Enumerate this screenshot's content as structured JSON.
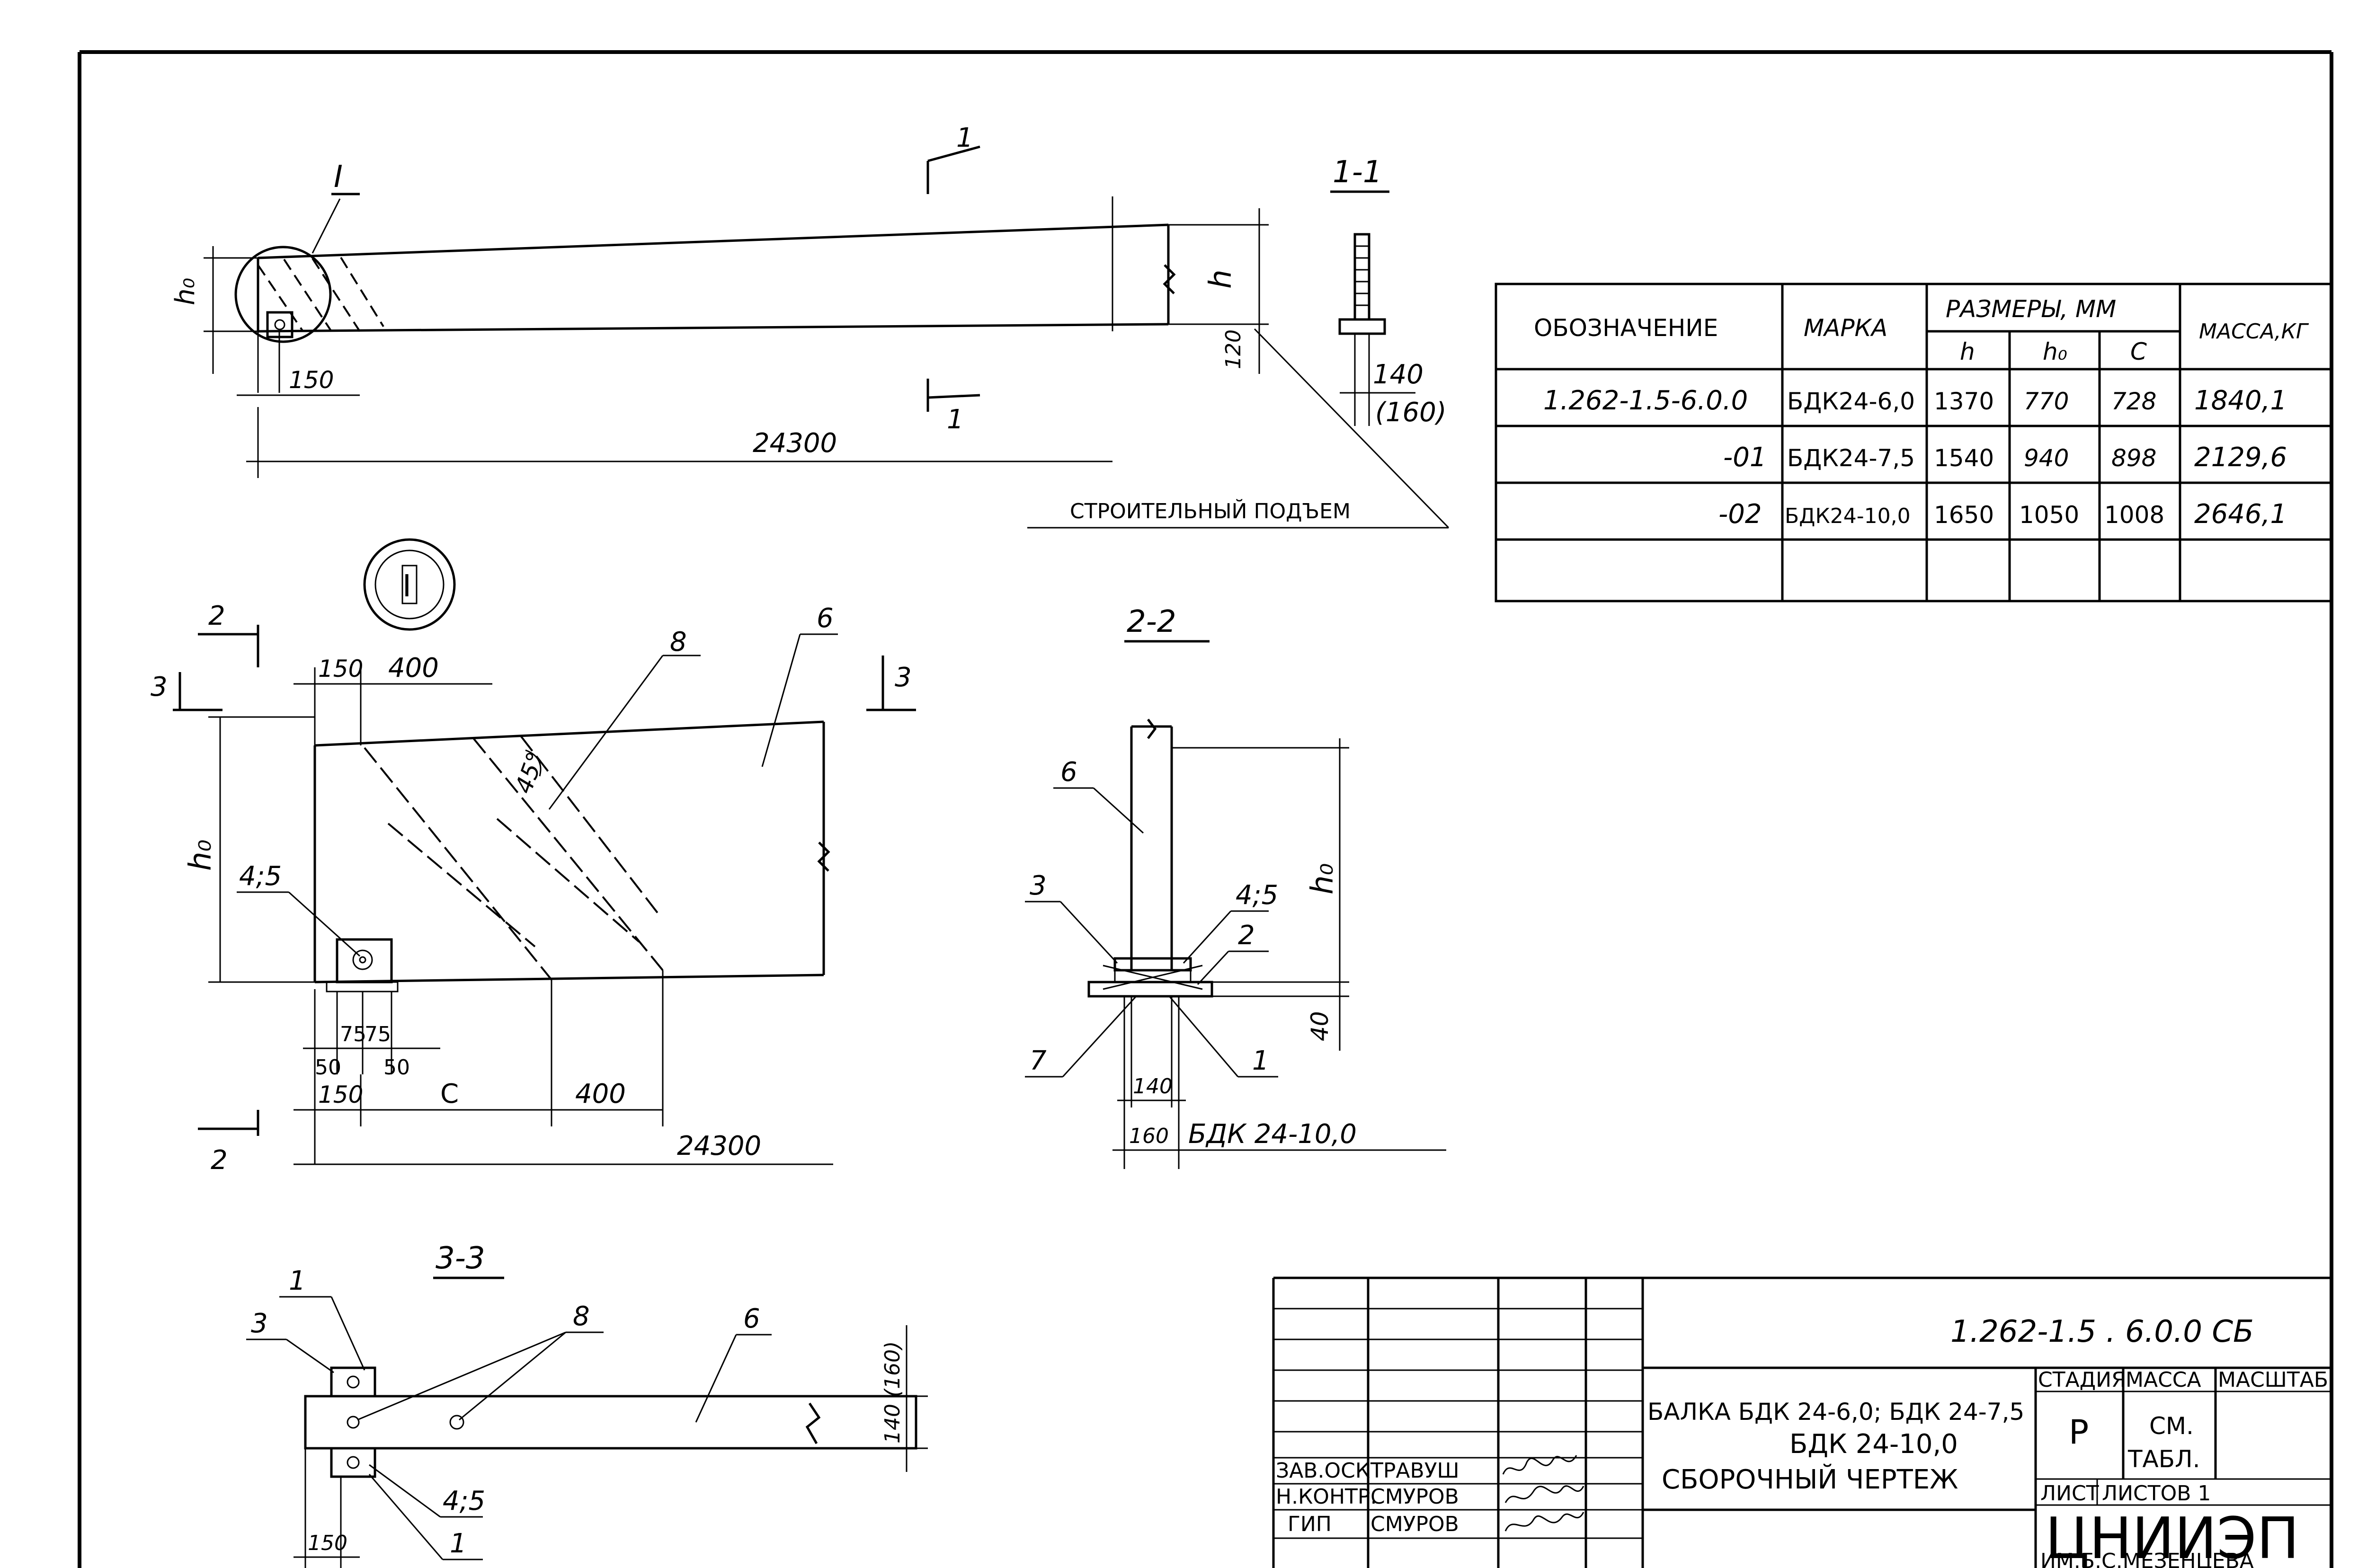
{
  "elevation": {
    "detail_callout": "I",
    "section_mark": "1",
    "dim_h": "h",
    "dim_h0": "h₀",
    "dim_150": "150",
    "dim_length": "24300",
    "dim_120": "120",
    "camber_note": "СТРОИТЕЛЬНЫЙ ПОДЪЕМ"
  },
  "section_1_1": {
    "title": "1-1",
    "dim_140": "140",
    "dim_160": "(160)"
  },
  "detail_I": {
    "title": "I",
    "mark_2": "2",
    "mark_3": "3",
    "dim_150": "150",
    "dim_400": "400",
    "label_8": "8",
    "label_6": "6",
    "angle": "45°",
    "dim_h0": "h₀",
    "label_45": "4;5",
    "dim_75a": "75",
    "dim_75b": "75",
    "dim_50a": "50",
    "dim_50b": "50",
    "dim_150b": "150",
    "dim_c": "C",
    "dim_400b": "400",
    "dim_24300": "24300"
  },
  "section_2_2": {
    "title": "2-2",
    "label_6": "6",
    "label_3": "3",
    "label_45": "4;5",
    "label_2": "2",
    "label_7": "7",
    "label_1": "1",
    "dim_h0": "h₀",
    "dim_40": "40",
    "dim_140": "140",
    "dim_160": "160",
    "note": "БДК 24-10,0"
  },
  "section_3_3": {
    "title": "3-3",
    "label_1": "1",
    "label_3": "3",
    "label_8": "8",
    "label_6": "6",
    "label_45": "4;5",
    "label_1b": "1",
    "dim_140": "140 (160)",
    "dim_150": "150"
  },
  "spec_table": {
    "headers": {
      "designation": "ОБОЗНАЧЕНИЕ",
      "mark": "МАРКА",
      "sizes": "РАЗМЕРЫ, ММ",
      "h": "h",
      "h0": "h₀",
      "c": "C",
      "mass": "МАССА,КГ"
    },
    "rows": [
      {
        "designation": "1.262-1.5-6.0.0",
        "mark": "БДК24-6,0",
        "h": "1370",
        "h0": "770",
        "c": "728",
        "mass": "1840,1"
      },
      {
        "designation": "-01",
        "mark": "БДК24-7,5",
        "h": "1540",
        "h0": "940",
        "c": "898",
        "mass": "2129,6"
      },
      {
        "designation": "-02",
        "mark": "БДК24-10,0",
        "h": "1650",
        "h0": "1050",
        "c": "1008",
        "mass": "2646,1"
      }
    ]
  },
  "title_block": {
    "doc_code": "1.262-1.5 . 6.0.0 СБ",
    "title_line1": "БАЛКА БДК 24-6,0; БДК 24-7,5",
    "title_line2": "БДК 24-10,0",
    "title_line3": "СБОРОЧНЫЙ ЧЕРТЕЖ",
    "stage_hdr": "СТАДИЯ",
    "mass_hdr": "МАССА",
    "scale_hdr": "МАСШТАБ",
    "stage_val": "Р",
    "mass_val_1": "СМ.",
    "mass_val_2": "ТАБЛ.",
    "sheet_label": "ЛИСТ",
    "sheets_label": "ЛИСТОВ 1",
    "org": "ЦНИИЭП",
    "org_sub": "ИМ.Б.С.МЕЗЕНЦЕВА",
    "staff": [
      {
        "role": "ЗАВ.ОСК",
        "name": "ТРАВУШ"
      },
      {
        "role": "Н.КОНТР.",
        "name": "СМУРОВ"
      },
      {
        "role": "ГИП",
        "name": "СМУРОВ"
      }
    ]
  }
}
